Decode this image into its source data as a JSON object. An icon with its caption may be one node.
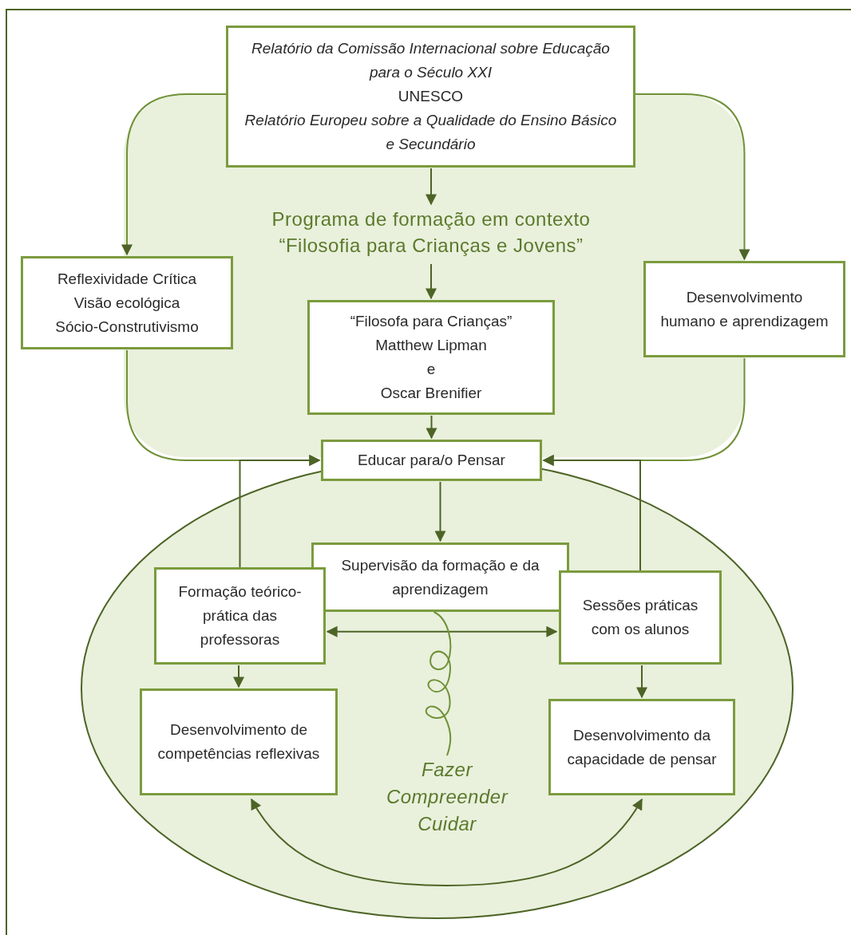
{
  "diagram": {
    "nodes": [
      {
        "text": [
          "Relatório da Comissão Internacional sobre Educação para o Século XXI",
          "UNESCO",
          "Relatório Europeu sobre a Qualidade do Ensino Básico e Secundário"
        ]
      },
      {
        "text": [
          "Reflexividade Crítica",
          "Visão ecológica",
          "Sócio-Construtivismo"
        ]
      },
      {
        "text": [
          "Programa de formação em contexto “Filosofia para Crianças e Jovens”"
        ]
      },
      {
        "text": [
          "Desenvolvimento humano e aprendizagem"
        ]
      },
      {
        "text": [
          "“Filosofa para Crianças”",
          "Matthew Lipman",
          "e",
          "Oscar Brenifier"
        ]
      },
      {
        "text": [
          "Educar para/o Pensar"
        ]
      },
      {
        "text": [],
        "shape": "ellipse"
      },
      {
        "text": [
          "Supervisão da formação e da aprendizagem"
        ],
        "in": 6
      },
      {
        "text": [
          "Formação teórico-prática das professoras"
        ],
        "in": 6
      },
      {
        "text": [
          "Sessões práticas com os alunos"
        ],
        "in": 6
      },
      {
        "text": [
          "Desenvolvimento de competências reflexivas"
        ],
        "in": 6
      },
      {
        "text": [
          "Fazer",
          "Compreender",
          "Cuidar"
        ],
        "in": 6
      },
      {
        "text": [
          "Desenvolvimento da capacidade de pensar"
        ],
        "in": 6
      }
    ],
    "edges": [
      {
        "from": 0,
        "to": 1,
        "arrow": "to"
      },
      {
        "from": 0,
        "to": 3,
        "arrow": "to"
      },
      {
        "from": 0,
        "to": 2,
        "arrow": "to"
      },
      {
        "from": 2,
        "to": 4,
        "arrow": "to"
      },
      {
        "from": 4,
        "to": 5,
        "arrow": "to"
      },
      {
        "from": 1,
        "to": 5,
        "arrow": "to"
      },
      {
        "from": 3,
        "to": 5,
        "arrow": "to"
      },
      {
        "from": 8,
        "to": 5,
        "arrow": "to"
      },
      {
        "from": 9,
        "to": 5,
        "arrow": "to"
      },
      {
        "from": 5,
        "to": 7,
        "arrow": "to"
      },
      {
        "from": 8,
        "to": 9,
        "arrow": "both"
      },
      {
        "from": 8,
        "to": 10,
        "arrow": "to"
      },
      {
        "from": 9,
        "to": 12,
        "arrow": "to"
      },
      {
        "from": 10,
        "to": 12,
        "arrow": "both"
      },
      {
        "from": 7,
        "to": 11,
        "arrow": "none"
      }
    ]
  }
}
